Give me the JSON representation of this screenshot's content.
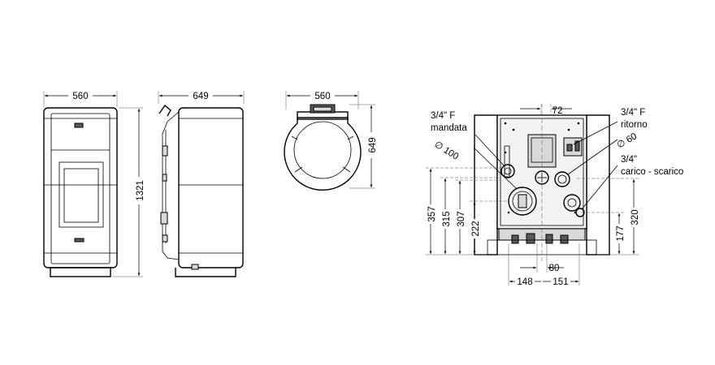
{
  "front_view": {
    "width": "560",
    "height": "1321"
  },
  "side_view": {
    "depth": "649"
  },
  "top_view": {
    "width": "560",
    "depth": "649"
  },
  "rear_view": {
    "top_spacing": "72",
    "label_mandata": [
      "3/4\" F",
      "mandata"
    ],
    "label_ritorno": [
      "3/4\" F",
      "ritorno"
    ],
    "label_carico": [
      "3/4\"",
      "carico - scarico"
    ],
    "diameter_100": "100",
    "diameter_60": "60",
    "diameter_symbol": "∅",
    "heights_left": [
      "357",
      "315",
      "307",
      "222"
    ],
    "heights_right": [
      "320",
      "177"
    ],
    "bottom_spacing": "80",
    "bottom_left": "148",
    "bottom_right": "151"
  }
}
